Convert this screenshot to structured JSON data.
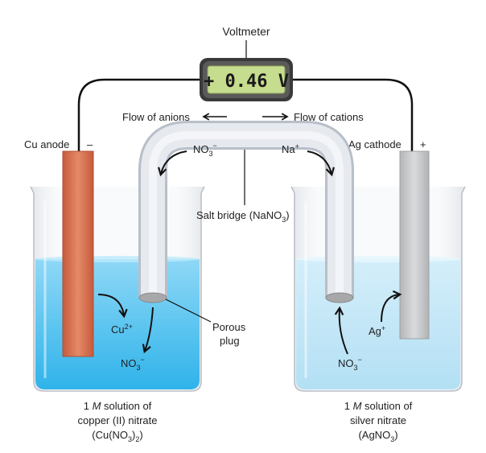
{
  "voltmeter": {
    "label": "Voltmeter",
    "reading": "+ 0.46 V"
  },
  "flow": {
    "anions": "Flow of anions",
    "cations": "Flow of cations"
  },
  "electrodes": {
    "anode": {
      "label": "Cu anode",
      "sign": "–"
    },
    "cathode": {
      "label": "Ag cathode",
      "sign": "+"
    }
  },
  "salt_bridge": {
    "label_main": "Salt bridge (NaNO",
    "label_sub": "3",
    "label_end": ")",
    "anion_main": "NO",
    "anion_sub": "3",
    "anion_sup": "−",
    "cation_main": "Na",
    "cation_sup": "+"
  },
  "porous_plug": {
    "line1": "Porous",
    "line2": "plug"
  },
  "left_ions": {
    "cu_main": "Cu",
    "cu_sup": "2+",
    "no3_main": "NO",
    "no3_sub": "3",
    "no3_sup": "−"
  },
  "right_ions": {
    "ag_main": "Ag",
    "ag_sup": "+",
    "no3_main": "NO",
    "no3_sub": "3",
    "no3_sup": "−"
  },
  "left_solution": {
    "line1_pre": "1 ",
    "line1_m": "M",
    "line1_post": " solution of",
    "line2": "copper (II) nitrate",
    "line3_a": "(Cu(NO",
    "line3_sub1": "3",
    "line3_b": ")",
    "line3_sub2": "2",
    "line3_c": ")"
  },
  "right_solution": {
    "line1_pre": "1 ",
    "line1_m": "M",
    "line1_post": " solution of",
    "line2": "silver nitrate",
    "line3_a": "(AgNO",
    "line3_sub": "3",
    "line3_b": ")"
  },
  "colors": {
    "copper": "#d9714f",
    "silver": "#c9cacc",
    "solution_left": "#4cc3f0",
    "solution_right": "#bde6f7",
    "lcd": "#c6dc8e"
  }
}
